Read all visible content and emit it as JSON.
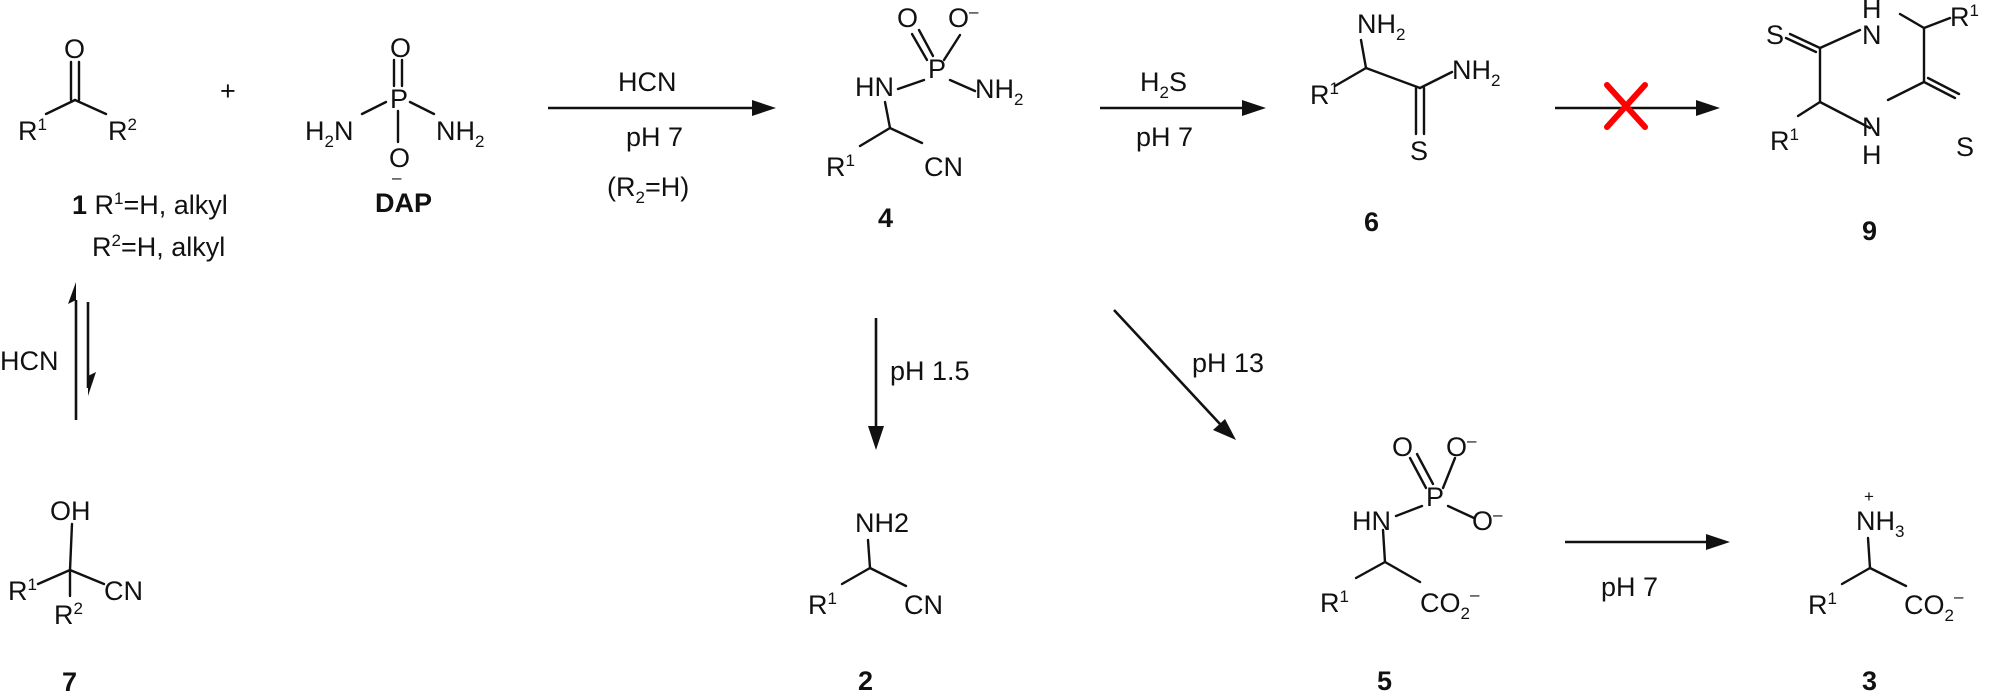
{
  "compounds": {
    "c1": {
      "number": "1",
      "o": "O",
      "r1": "R",
      "r1_sup": "1",
      "r2": "R",
      "r2_sup": "2",
      "desc1_num": "1",
      "desc1_a": " R",
      "desc1_sup": "1",
      "desc1_b": "=H, alkyl",
      "desc2_a": "R",
      "desc2_sup": "2",
      "desc2_b": "=H, alkyl"
    },
    "plus": "+",
    "dap": {
      "name": "DAP",
      "o_top": "O",
      "p": "P",
      "h2n": "H",
      "h2n_sub": "2",
      "h2n_n": "N",
      "nh2": "NH",
      "nh2_sub": "2",
      "o_bot": "O",
      "minus": "–"
    },
    "c4": {
      "number": "4",
      "o": "O",
      "o_minus": "O",
      "minus": "–",
      "p": "P",
      "hn": "HN",
      "nh2": "NH",
      "nh2_sub": "2",
      "r1": "R",
      "r1_sup": "1",
      "cn": "CN"
    },
    "c6": {
      "number": "6",
      "nh2": "NH",
      "nh2_sub": "2",
      "nh2b": "NH",
      "nh2b_sub": "2",
      "r1": "R",
      "r1_sup": "1",
      "s": "S"
    },
    "c9": {
      "number": "9",
      "s1": "S",
      "s2": "S",
      "h_top": "H",
      "n_top": "N",
      "n_bot": "N",
      "h_bot": "H",
      "r1a": "R",
      "r1a_sup": "1",
      "r1b": "R",
      "r1b_sup": "1"
    },
    "c7": {
      "number": "7",
      "oh": "OH",
      "r1": "R",
      "r1_sup": "1",
      "r2": "R",
      "r2_sup": "2",
      "cn": "CN"
    },
    "c2": {
      "number": "2",
      "nh2": "NH2",
      "r1": "R",
      "r1_sup": "1",
      "cn": "CN"
    },
    "c5": {
      "number": "5",
      "o": "O",
      "o_minus": "O",
      "minus1": "–",
      "minus2": "–",
      "p": "P",
      "hn": "HN",
      "r1": "R",
      "r1_sup": "1",
      "co2": "CO",
      "co2_sub": "2",
      "co2_minus": "–"
    },
    "c3": {
      "number": "3",
      "plus": "+",
      "nh3": "NH",
      "nh3_sub": "3",
      "r1": "R",
      "r1_sup": "1",
      "co2": "CO",
      "co2_sub": "2",
      "co2_minus": "–"
    }
  },
  "arrows": {
    "a1": {
      "top": "HCN",
      "mid": "pH 7",
      "bot_a": "(R",
      "bot_sub": "2",
      "bot_b": "=H)"
    },
    "a2": {
      "top_a": "H",
      "top_sub": "2",
      "top_b": "S",
      "bot": "pH 7"
    },
    "a3": {
      "blocked": true
    },
    "eq": {
      "label": "HCN"
    },
    "a4": {
      "label": "pH 1.5"
    },
    "a5": {
      "label": "pH 13"
    },
    "a6": {
      "label": "pH 7"
    }
  },
  "colors": {
    "ink": "#111111",
    "blocked_cross": "#ff0000",
    "background": "#ffffff"
  }
}
